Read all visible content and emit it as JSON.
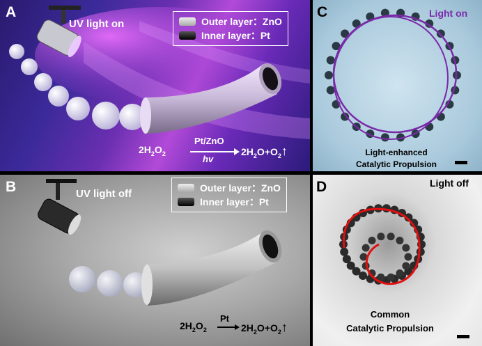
{
  "panels": {
    "a": {
      "label": "A",
      "uv_text": "UV light on",
      "legend": {
        "outer": "Outer layer：ZnO",
        "inner": "Inner layer：Pt"
      },
      "equation": {
        "reactant": "2H",
        "reactant_sub": "2",
        "reactant_tail": "O",
        "reactant_sub2": "2",
        "catalyst": "Pt/ZnO",
        "condition": "hv",
        "product1": "2H",
        "product1_sub": "2",
        "product1_tail": "O+O",
        "product2_sub": "2",
        "gas": "↑"
      }
    },
    "b": {
      "label": "B",
      "uv_text": "UV light off",
      "legend": {
        "outer": "Outer layer：ZnO",
        "inner": "Inner layer：Pt"
      },
      "equation": {
        "reactant": "2H",
        "reactant_sub": "2",
        "reactant_tail": "O",
        "reactant_sub2": "2",
        "catalyst": "Pt",
        "product1": "2H",
        "product1_sub": "2",
        "product1_tail": "O+O",
        "product2_sub": "2",
        "gas": "↑"
      }
    },
    "c": {
      "label": "C",
      "status": "Light on",
      "caption_line1": "Light-enhanced",
      "caption_line2": "Catalytic Propulsion"
    },
    "d": {
      "label": "D",
      "status": "Light off",
      "caption_line1": "Common",
      "caption_line2": "Catalytic Propulsion"
    }
  },
  "colors": {
    "trajectory_on": "#7a2aa8",
    "trajectory_off": "#e01010",
    "outer_layer": "#cfcfcf",
    "inner_layer": "#1a1a1a"
  }
}
